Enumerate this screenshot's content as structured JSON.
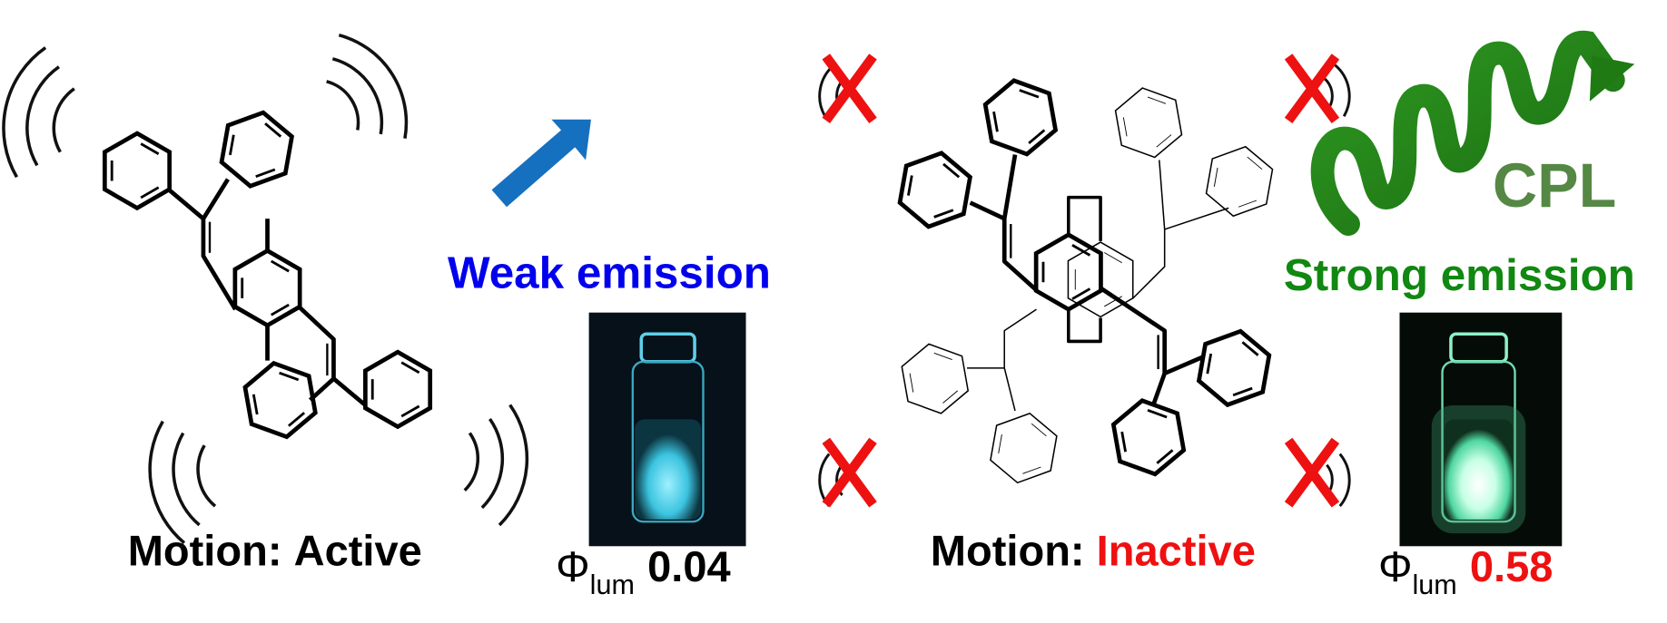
{
  "left": {
    "motion_label": "Motion: ",
    "motion_state": "Active",
    "emission_label": "Weak emission",
    "phi_symbol": "Φ",
    "phi_subscript": "lum",
    "phi_value": "0.04"
  },
  "right": {
    "motion_label": "Motion: ",
    "motion_state": "Inactive",
    "emission_label": "Strong emission",
    "phi_symbol": "Φ",
    "phi_subscript": "lum",
    "phi_value": "0.58",
    "cpl_label": "CPL"
  },
  "colors": {
    "weak": "#0000ee",
    "strong": "#118811",
    "inactive": "#ee1111",
    "cpl": "#558844",
    "arrow": "#1570c0",
    "cross": "#ee1111"
  }
}
